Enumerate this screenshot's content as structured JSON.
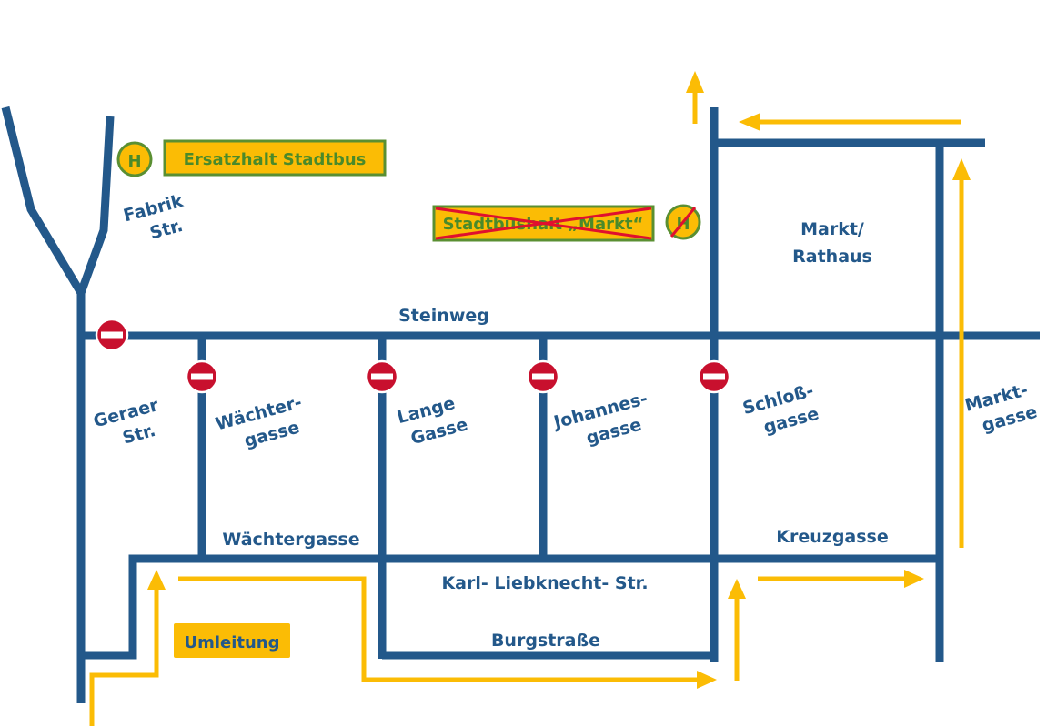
{
  "colors": {
    "street": "#23588a",
    "detour": "#fbbc05",
    "sign_border": "#5a8f32",
    "sign_fill": "#fbbc05",
    "no_entry": "#c8102e",
    "strike": "#e0102e"
  },
  "stops": {
    "stop_symbol": "H",
    "replacement_stop": "Ersatzhalt Stadtbus",
    "cancelled_stop": "Stadtbushalt „Markt“"
  },
  "detour_label": "Umleitung",
  "streets": {
    "fabrik_1": "Fabrik",
    "fabrik_2": "Str.",
    "steinweg": "Steinweg",
    "markt_rathaus_1": "Markt/",
    "markt_rathaus_2": "Rathaus",
    "geraer_1": "Geraer",
    "geraer_2": "Str.",
    "waechter_v_1": "Wächter-",
    "waechter_v_2": "gasse",
    "lange_1": "Lange",
    "lange_2": "Gasse",
    "johannes_1": "Johannes-",
    "johannes_2": "gasse",
    "schloss_1": "Schloß-",
    "schloss_2": "gasse",
    "marktgasse_1": "Markt-",
    "marktgasse_2": "gasse",
    "waechtergasse_h": "Wächtergasse",
    "kreuzgasse": "Kreuzgasse",
    "karl_liebknecht": "Karl- Liebknecht- Str.",
    "burgstrasse": "Burgstraße"
  },
  "icons": {
    "no_entry": "no-entry-sign-icon",
    "bus_stop": "bus-stop-h-icon",
    "arrow": "arrow-icon"
  }
}
